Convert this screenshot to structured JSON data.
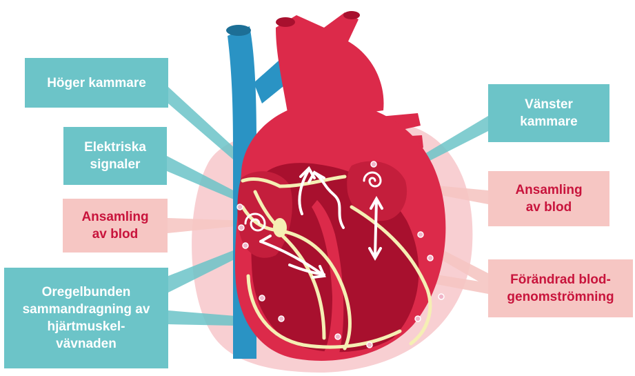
{
  "labels": {
    "hoger_kammare": "Höger kammare",
    "elektriska_signaler": "Elektriska\nsignaler",
    "ansamling_left": "Ansamling\nav blod",
    "oregelbunden": "Oregelbunden\nsammandragning av\nhjärtmuskel-\nvävnaden",
    "vanster_kammare": "Vänster\nkammare",
    "ansamling_right": "Ansamling\nav blod",
    "forandrad": "Förändrad blod-\ngenomströmning"
  },
  "colors": {
    "teal_box": "#6cc4c8",
    "pink_box": "#f6c6c3",
    "pink_text": "#c8143c",
    "heart_red": "#dc2a4a",
    "heart_dark": "#a8102e",
    "vein_blue": "#2a93c4",
    "conduction_yellow": "#f5efb4"
  }
}
